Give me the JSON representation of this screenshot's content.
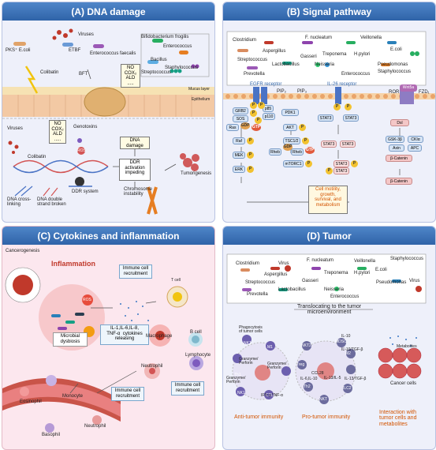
{
  "panelA": {
    "title": "(A) DNA damage",
    "viruses1": "Viruses",
    "pks": "PKS⁺ E.coli",
    "etbf": "ETBF",
    "ent_faecalis": "Enterococcus faecalis",
    "bifido": "Bifidobacterium frogilis",
    "enterococcus": "Enterococcus",
    "bacillus": "Bacillus",
    "staph": "Staphylococcus",
    "strep": "Streptococcus",
    "colibatin1": "Colibatin",
    "bft": "BFT",
    "nocox1": "NO\nCOX₂\nALD\n.....",
    "mucus": "Mucus layer",
    "epithelium": "Epithelium",
    "viruses2": "Viruses",
    "nocox2": "NO\nCOX₂\nALD\n.....",
    "genotoxins": "Genotoxins",
    "colibatin2": "Colibatin",
    "ros": "ROS",
    "crosslink": "DNA cross-\nlinking",
    "dsb": "DNA double\nstrand broken",
    "ddr_system": "DDR system",
    "dna_damage": "DNA\ndamage",
    "ddr_act": "DDR\nactivation\nimpeding",
    "chromo": "Chromosome\ninstability",
    "tumorigenesis": "Tumorigenesis"
  },
  "panelB": {
    "title": "(B)  Signal pathway",
    "microbes": [
      "Clostridium",
      "Aspergillus",
      "F. nucleatum",
      "Veillonella",
      "Streptococcus",
      "Lactobacillus",
      "Gasseri",
      "Treponema",
      "H.pylori",
      "E.coli",
      "Prevotella",
      "Neisseria",
      "Enterococcus",
      "Pseudomonas",
      "Staphylococcus"
    ],
    "egfr": "EGFR receptor",
    "il26": "IL-26 receptor",
    "wnt": "Wnt5a",
    "fzd": "FZD₁",
    "ror": "ROR",
    "pip2": "PIP₂",
    "pip3": "PIP₃",
    "grb2": "GRB2",
    "sos": "SOS",
    "ras1": "Ras",
    "gdp1": "GDP",
    "gtp1": "GTP",
    "p85": "p85",
    "p110": "p110",
    "pdk1": "PDK1",
    "akt": "AKT",
    "tsc": "TSC1/2",
    "rheb1": "Rheb",
    "rheb2": "Rheb",
    "gdp2": "GDP",
    "gtp2": "GTP",
    "mtorc1": "mTORC1",
    "stat3": "STAT3",
    "raf": "Raf",
    "mek": "MEK",
    "erk": "ERK",
    "dsh": "Dsl",
    "gsk": "GSK-3β",
    "cki": "CKIα",
    "axin": "Axin",
    "apc": "APC",
    "bcat1": "β-Catenin",
    "bcat2": "β-Catenin",
    "p": "P",
    "outcome": "Cell motility,\ngrowth,\nsurvival, and\nmetabolism"
  },
  "panelC": {
    "title": "(C)  Cytokines and inflammation",
    "cancerogenesis": "Cancerogenesis",
    "inflammation": "Inflammation",
    "ros": "ROS",
    "microbial": "Microbial\ndysbiosis",
    "cytokines": "IL-1,IL-6,IL-8,\nTNF-α  cytokines\nreleasing",
    "immune1": "Immune cell\nrecruitment",
    "immune2": "Immune cell\nrecruitment",
    "immune3": "Immune cell\nrecruitment",
    "tcell": "T cell",
    "macrophage": "Macrophage",
    "bcell": "B cell",
    "neutrophil1": "Neutrophil",
    "lymphocyte": "Lymphocyte",
    "monocyte": "Monocyte",
    "eosinophil": "Eosinophil",
    "basophil": "Basophil",
    "neutrophil2": "Neutrophil"
  },
  "panelD": {
    "title": "(D)  Tumor",
    "microbes": [
      "Clostridium",
      "Virus",
      "Aspergillus",
      "F. nucleatum",
      "Veillonella",
      "Staphylococcus",
      "E.coli",
      "Streptococcus",
      "Gasseri",
      "Treponema",
      "H.pylori",
      "Virus",
      "Prevotella",
      "Lactobacillus",
      "Neisseria",
      "Enterococcus",
      "Pseudomonas"
    ],
    "translocate": "Translocating to the tumor\nmicroenvironment",
    "phago": "Phagocytosis\nof tumor cells",
    "gran1": "Granzyme/\nPerforin",
    "gran2": "Granzyme/\nPerforin",
    "gran3": "Granzyme/\nPerforin",
    "ifn": "IFN-γ/TNF-α",
    "nk1": "NK1",
    "th1": "Th1",
    "nk2": "NK1",
    "ctl": "CTL",
    "m1": "M1",
    "nkt2": "NKT2",
    "mdsc": "MDSC",
    "m2": "M2",
    "treg": "Treg",
    "th2": "Th2",
    "ilc2": "ILC2",
    "nkt": "NKT",
    "ccl28": "CCL28",
    "il10a": "IL-10",
    "il6": "IL-6,IL-10",
    "il13a": "IL-13/IL-5",
    "il13b": "IL-13/TGF-β",
    "il10tgf": "IL-10/TGF-β",
    "metabolites": "Metabolites",
    "cancer": "Cancer cells",
    "anti": "Anti-tumor immunity",
    "pro": "Pro-tumor immunity",
    "interaction": "Interaction with\ntumor cells and\nmetabolites"
  }
}
